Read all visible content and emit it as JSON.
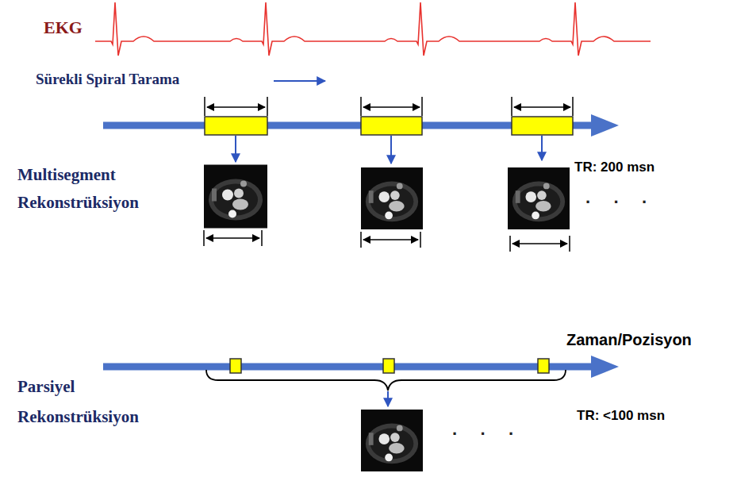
{
  "diagram": {
    "labels": [
      "EKG",
      "Sürekli Spiral Tarama",
      "Multisegment Rekonstrüksiyon",
      "TR: 200 msn",
      "· · ·",
      "Zaman/Pozisyon",
      "Parsiyel Rekonstrüksiyon",
      "TR: <100 msn",
      "· · ·"
    ]
  }
}
